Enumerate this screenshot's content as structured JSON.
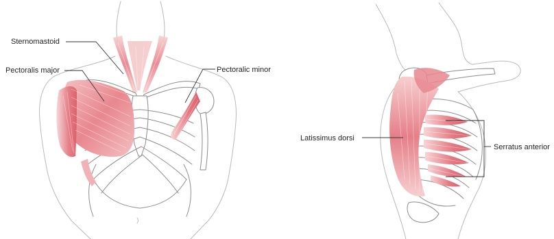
{
  "colors": {
    "muscle": "#e8878e",
    "muscle_light": "#f3c0c2",
    "muscle_dark": "#d9606a",
    "bone_outline": "#8a8a8a",
    "skin_outline": "#b9b9b9",
    "label_text": "#222222"
  },
  "front_view": {
    "labels": {
      "sternomastoid": "Sternomastoid",
      "pectoralis_major": "Pectoralis major",
      "pectoralis_minor": "Pectoralic minor"
    }
  },
  "side_view": {
    "labels": {
      "latissimus_dorsi": "Latissimus dorsi",
      "serratus_anterior": "Serratus anterior"
    }
  }
}
